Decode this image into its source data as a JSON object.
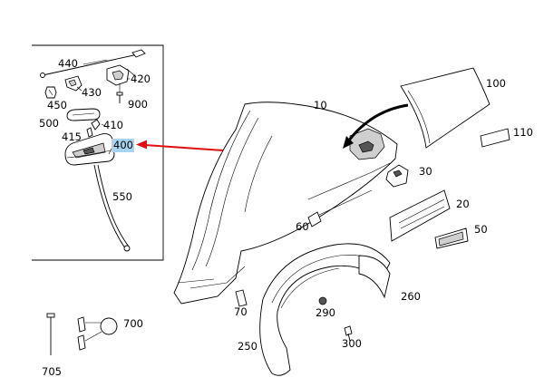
{
  "colors": {
    "highlight": "#a9d4ef",
    "arrow": "#e01010",
    "line": "#000000"
  },
  "labels": {
    "l440": "440",
    "l430": "430",
    "l420": "420",
    "l450": "450",
    "l900": "900",
    "l500": "500",
    "l410": "410",
    "l415": "415",
    "l400": "400",
    "l550": "550",
    "l10": "10",
    "l100": "100",
    "l110": "110",
    "l30": "30",
    "l20": "20",
    "l50": "50",
    "l60": "60",
    "l70": "70",
    "l290": "290",
    "l260": "260",
    "l300": "300",
    "l250": "250",
    "l700": "700",
    "l705": "705"
  }
}
